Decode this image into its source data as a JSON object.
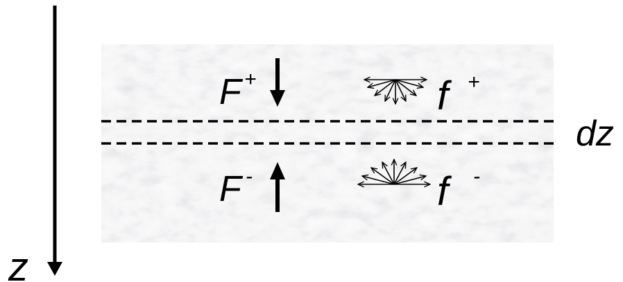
{
  "axis": {
    "label": "z"
  },
  "layer": {
    "label": "dz"
  },
  "flux_down": {
    "symbol": "F",
    "sign": "+"
  },
  "flux_up": {
    "symbol": "F",
    "sign": "-"
  },
  "radiance_down": {
    "symbol": "f",
    "sign": "+"
  },
  "radiance_up": {
    "symbol": "f",
    "sign": "-"
  },
  "colors": {
    "ink": "#000000",
    "medium": "#dcdcdc"
  },
  "icons": {
    "downward_fan": "downward-radiance-fan-icon",
    "upward_fan": "upward-radiance-fan-icon"
  }
}
